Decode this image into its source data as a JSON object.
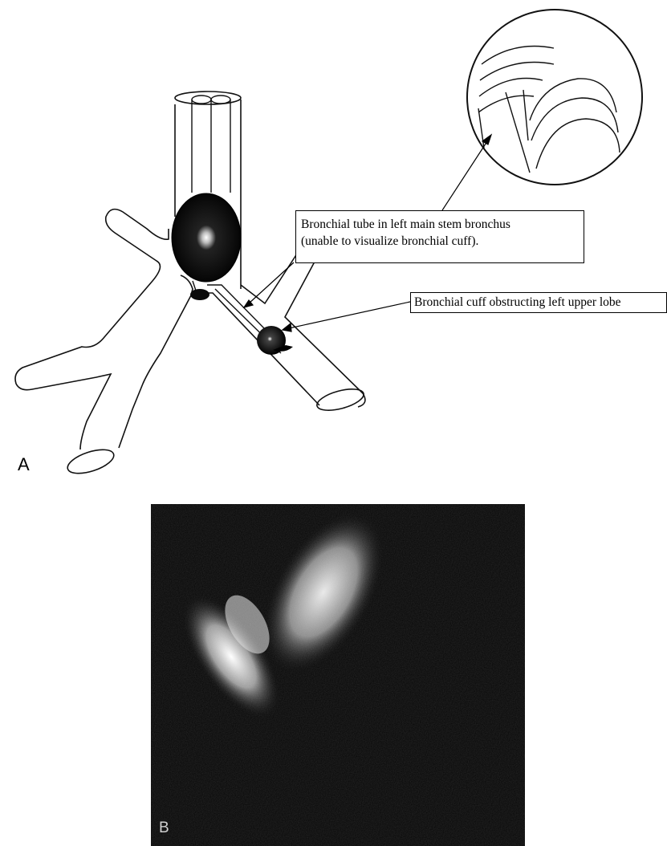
{
  "figure_a": {
    "panel_label": "A",
    "callouts": {
      "tube_line1": "Bronchial tube in left main stem bronchus",
      "tube_line2": "(unable to visualize bronchial cuff).",
      "cuff": "Bronchial cuff obstructing left upper lobe"
    }
  },
  "figure_b": {
    "panel_label": "B"
  }
}
